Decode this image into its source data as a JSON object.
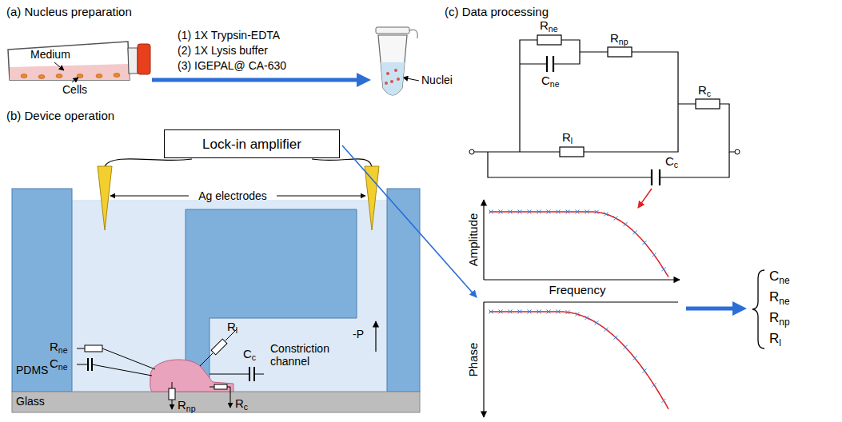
{
  "diagram": {
    "nodes": [
      {
        "text": [
          "Lock-in amplifier"
        ]
      }
    ],
    "labels": [
      "(a) Nucleus preparation",
      "Medium",
      "Cells",
      "(1) 1X Trypsin-EDTA",
      "(2) 1X Lysis buffer",
      "(3) IGEPAL@ CA-630",
      "Nuclei",
      "(b) Device operation",
      "Ag electrodes",
      "Rne",
      "Cne",
      "Rl",
      "Cc",
      "Constriction channel",
      "-P",
      "PDMS",
      "Glass",
      "Rnp",
      "Rc",
      "(c) Data processing",
      "Rne",
      "Cne",
      "Rnp",
      "Rc",
      "Rl",
      "Cc",
      "Amplitude",
      "Frequency",
      "Phase",
      "Cne",
      "Rne",
      "Rnp",
      "Rl"
    ]
  }
}
